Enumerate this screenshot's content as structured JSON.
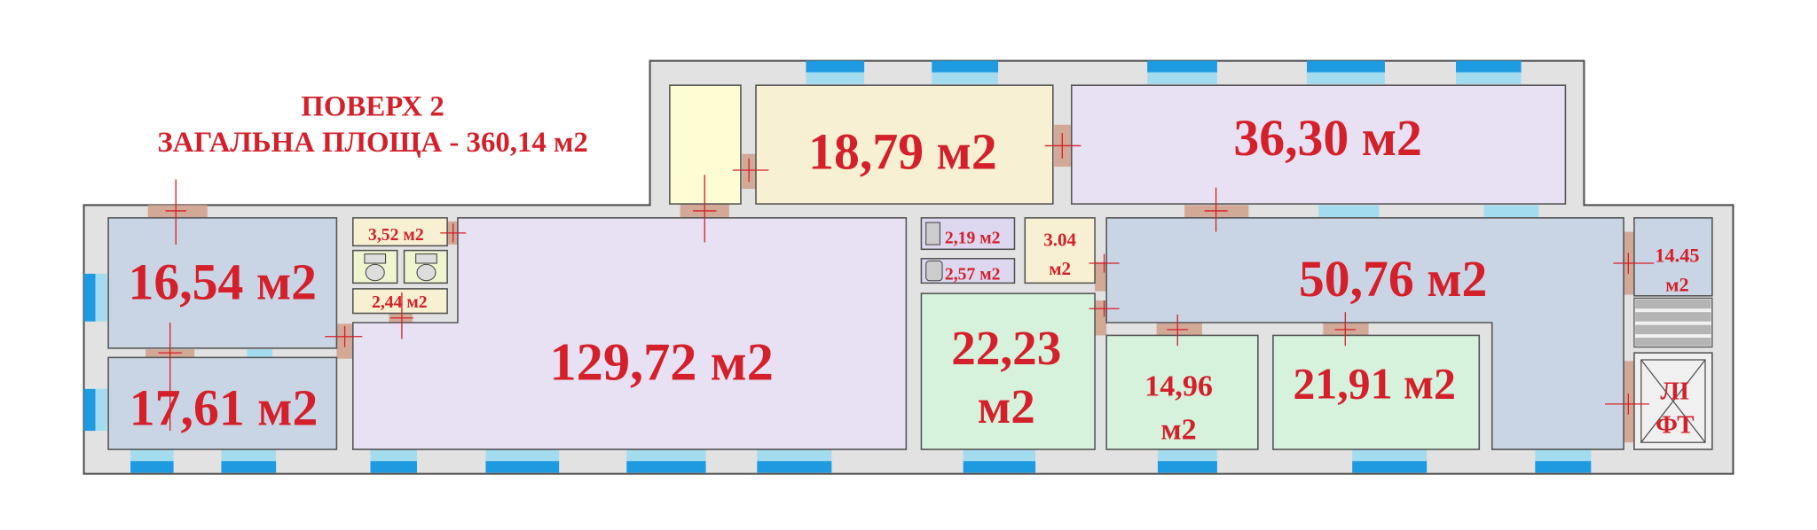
{
  "title": {
    "line1": "ПОВЕРХ 2",
    "line2": "ЗАГАЛЬНА ПЛОЩА - 360,14 м2"
  },
  "colors": {
    "label": "#d4202a",
    "wall": "#e2e2e2",
    "room_blue": "#c9d5e5",
    "room_lavender": "#e7e1f3",
    "room_cream": "#f7f0d2",
    "room_yellow": "#fdfcd2",
    "room_green": "#d6f2dd",
    "window": "#1e9be0",
    "door": "#d2a896"
  },
  "rooms": {
    "r16_54": "16,54 м2",
    "r17_61": "17,61 м2",
    "r129_72": "129,72 м2",
    "r3_52": "3,52 м2",
    "r2_44": "2,44 м2",
    "r18_79": "18,79 м2",
    "r36_30": "36,30 м2",
    "r2_19": "2,19 м2",
    "r2_57": "2,57 м2",
    "r3_04": [
      "3.04",
      "м2"
    ],
    "r50_76": "50,76 м2",
    "r22_23": [
      "22,23",
      "м2"
    ],
    "r14_96": [
      "14,96",
      "м2"
    ],
    "r21_91": "21,91 м2",
    "r14_45": [
      "14.45",
      "м2"
    ],
    "lift": [
      "ЛІ",
      "ФТ"
    ]
  }
}
